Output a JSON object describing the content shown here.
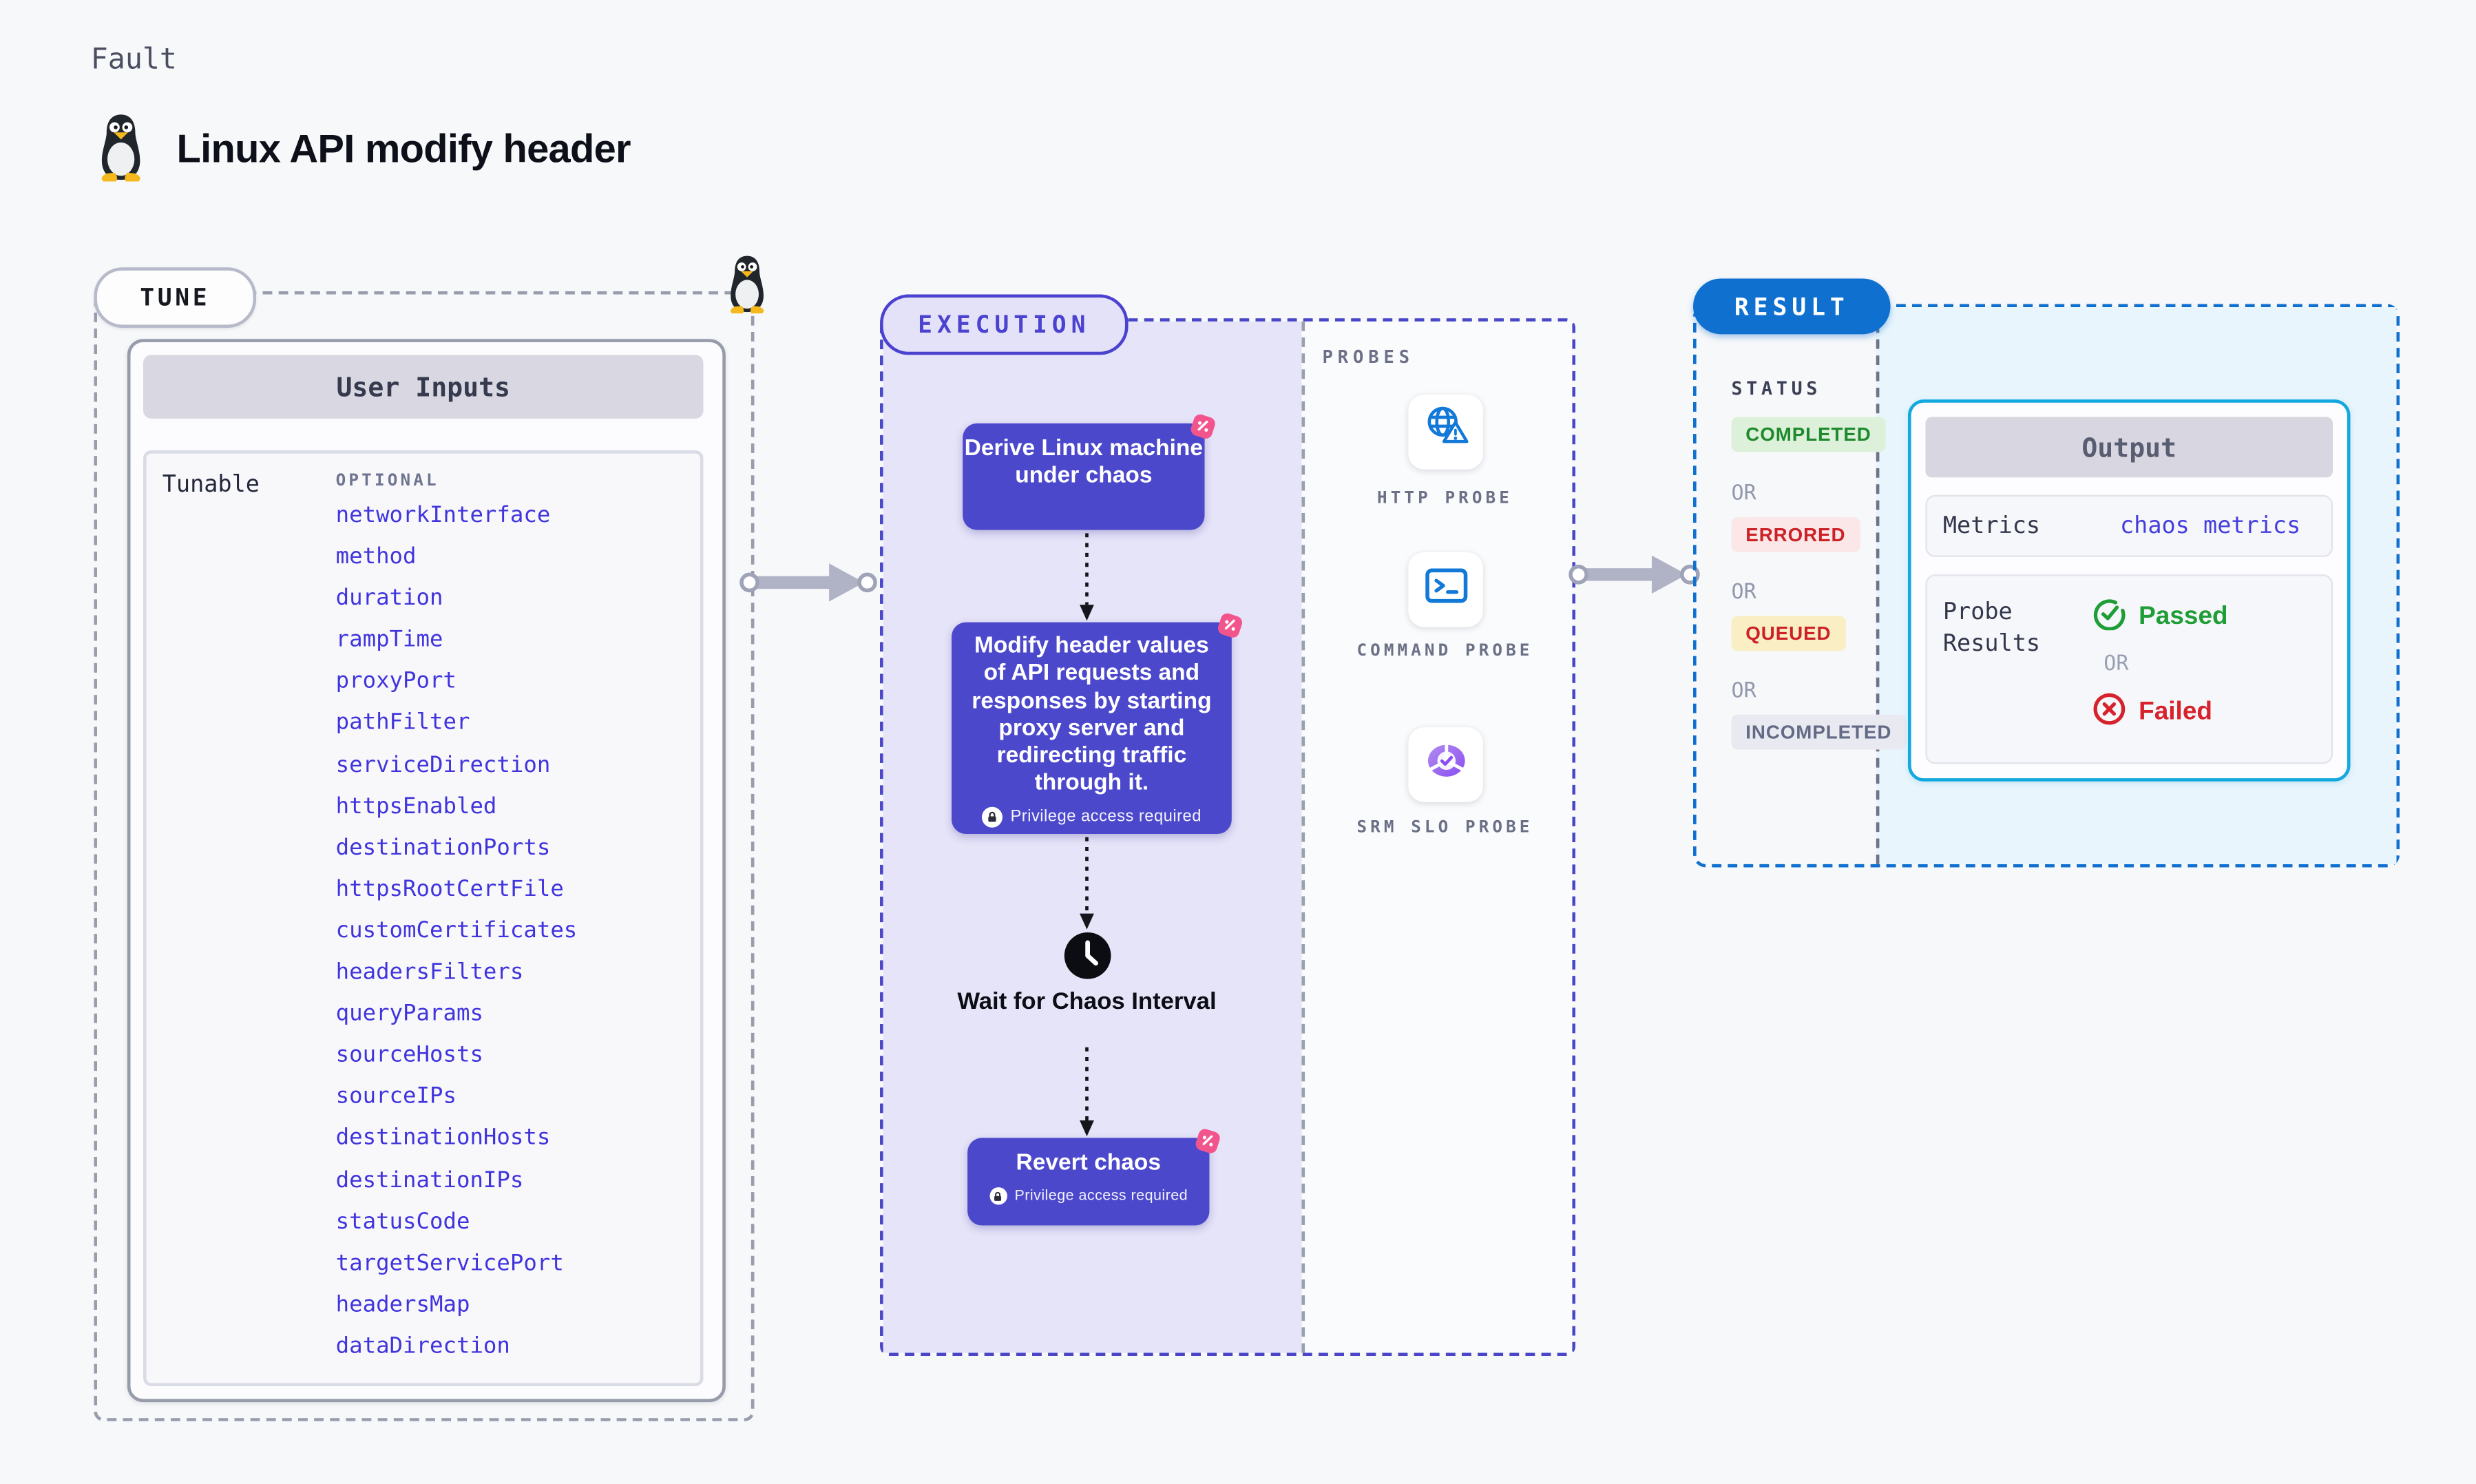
{
  "header": {
    "eyebrow": "Fault",
    "title": "Linux API modify header"
  },
  "tune": {
    "label": "TUNE",
    "card_title": "User Inputs",
    "row_label": "Tunable",
    "column_label": "OPTIONAL",
    "params": [
      "networkInterface",
      "method",
      "duration",
      "rampTime",
      "proxyPort",
      "pathFilter",
      "serviceDirection",
      "httpsEnabled",
      "destinationPorts",
      "httpsRootCertFile",
      "customCertificates",
      "headersFilters",
      "queryParams",
      "sourceHosts",
      "sourceIPs",
      "destinationHosts",
      "destinationIPs",
      "statusCode",
      "targetServicePort",
      "headersMap",
      "dataDirection"
    ]
  },
  "execution": {
    "label": "EXECUTION",
    "derive_step": "Derive Linux machine under chaos",
    "modify_step": "Modify header values of API requests and responses by starting proxy server and redirecting traffic through it.",
    "wait_step": "Wait for Chaos Interval",
    "revert_step": "Revert chaos",
    "privilege_note": "Privilege access required"
  },
  "probes": {
    "label": "PROBES",
    "items": [
      {
        "label": "HTTP PROBE",
        "icon": "globe-warning-icon"
      },
      {
        "label": "COMMAND PROBE",
        "icon": "terminal-icon"
      },
      {
        "label": "SRM SLO PROBE",
        "icon": "slo-pie-check-icon"
      }
    ]
  },
  "result": {
    "label": "RESULT",
    "status_label": "STATUS",
    "or_label": "OR",
    "statuses": [
      {
        "label": "COMPLETED",
        "text_color": "#1e8a2d",
        "bg_color": "#ddf0da"
      },
      {
        "label": "ERRORED",
        "text_color": "#cc2127",
        "bg_color": "#fbe7e7"
      },
      {
        "label": "QUEUED",
        "text_color": "#cc2127",
        "bg_color": "#faeec4"
      },
      {
        "label": "INCOMPLETED",
        "text_color": "#636a85",
        "bg_color": "#e9eaf1"
      }
    ],
    "output": {
      "title": "Output",
      "metrics_label": "Metrics",
      "metrics_value": "chaos metrics",
      "probe_results_label": "Probe Results",
      "passed_label": "Passed",
      "failed_label": "Failed"
    }
  },
  "colors": {
    "page_bg": "#f7f8fa",
    "accent_indigo": "#4c48cc",
    "execution_bg": "#e6e4f8",
    "result_blue": "#1070d0",
    "result_bg": "#e8f5fc",
    "output_border": "#14a9de",
    "chaos_pink": "#f2558c",
    "probe_blue": "#1279d8",
    "slo_purple": "#8b4df0",
    "passed_green": "#1f9d36",
    "failed_red": "#d7222c",
    "param_link": "#4034dd"
  }
}
